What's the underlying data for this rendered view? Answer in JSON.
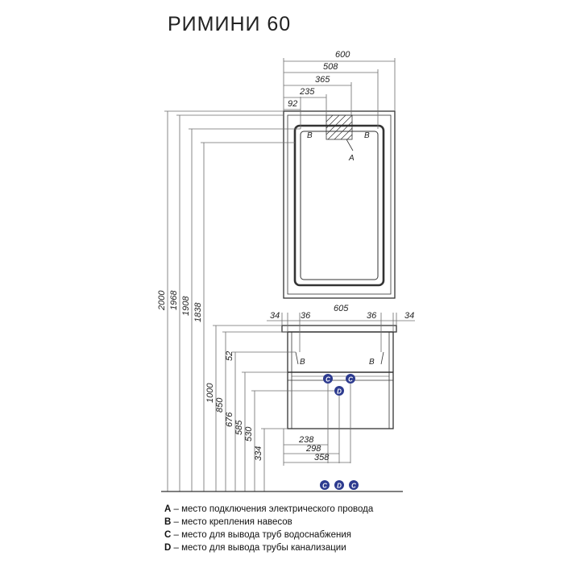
{
  "title": "РИМИНИ 60",
  "dimensions": {
    "top_widths": [
      "600",
      "508",
      "365",
      "235",
      "92"
    ],
    "heights": [
      "2000",
      "1968",
      "1908",
      "1838",
      "1000",
      "850",
      "676",
      "585",
      "530",
      "334"
    ],
    "cabinet_widths": {
      "left_outer": "34",
      "left_inner": "36",
      "total": "605",
      "right_inner": "36",
      "right_outer": "34"
    },
    "cabinet_top_gap": "52",
    "bottom_widths": [
      "238",
      "298",
      "358"
    ]
  },
  "markers": {
    "a": "A",
    "b": "B",
    "c": "C",
    "d": "D"
  },
  "legend": [
    {
      "key": "A",
      "text": " – место подключения электрического провода"
    },
    {
      "key": "B",
      "text": " – место крепления навесов"
    },
    {
      "key": "C",
      "text": " – место для вывода труб водоснабжения"
    },
    {
      "key": "D",
      "text": " – место для вывода трубы канализации"
    }
  ],
  "colors": {
    "accent": "#2d3b8f",
    "line": "#333333",
    "dimline": "#6d6d6d"
  }
}
